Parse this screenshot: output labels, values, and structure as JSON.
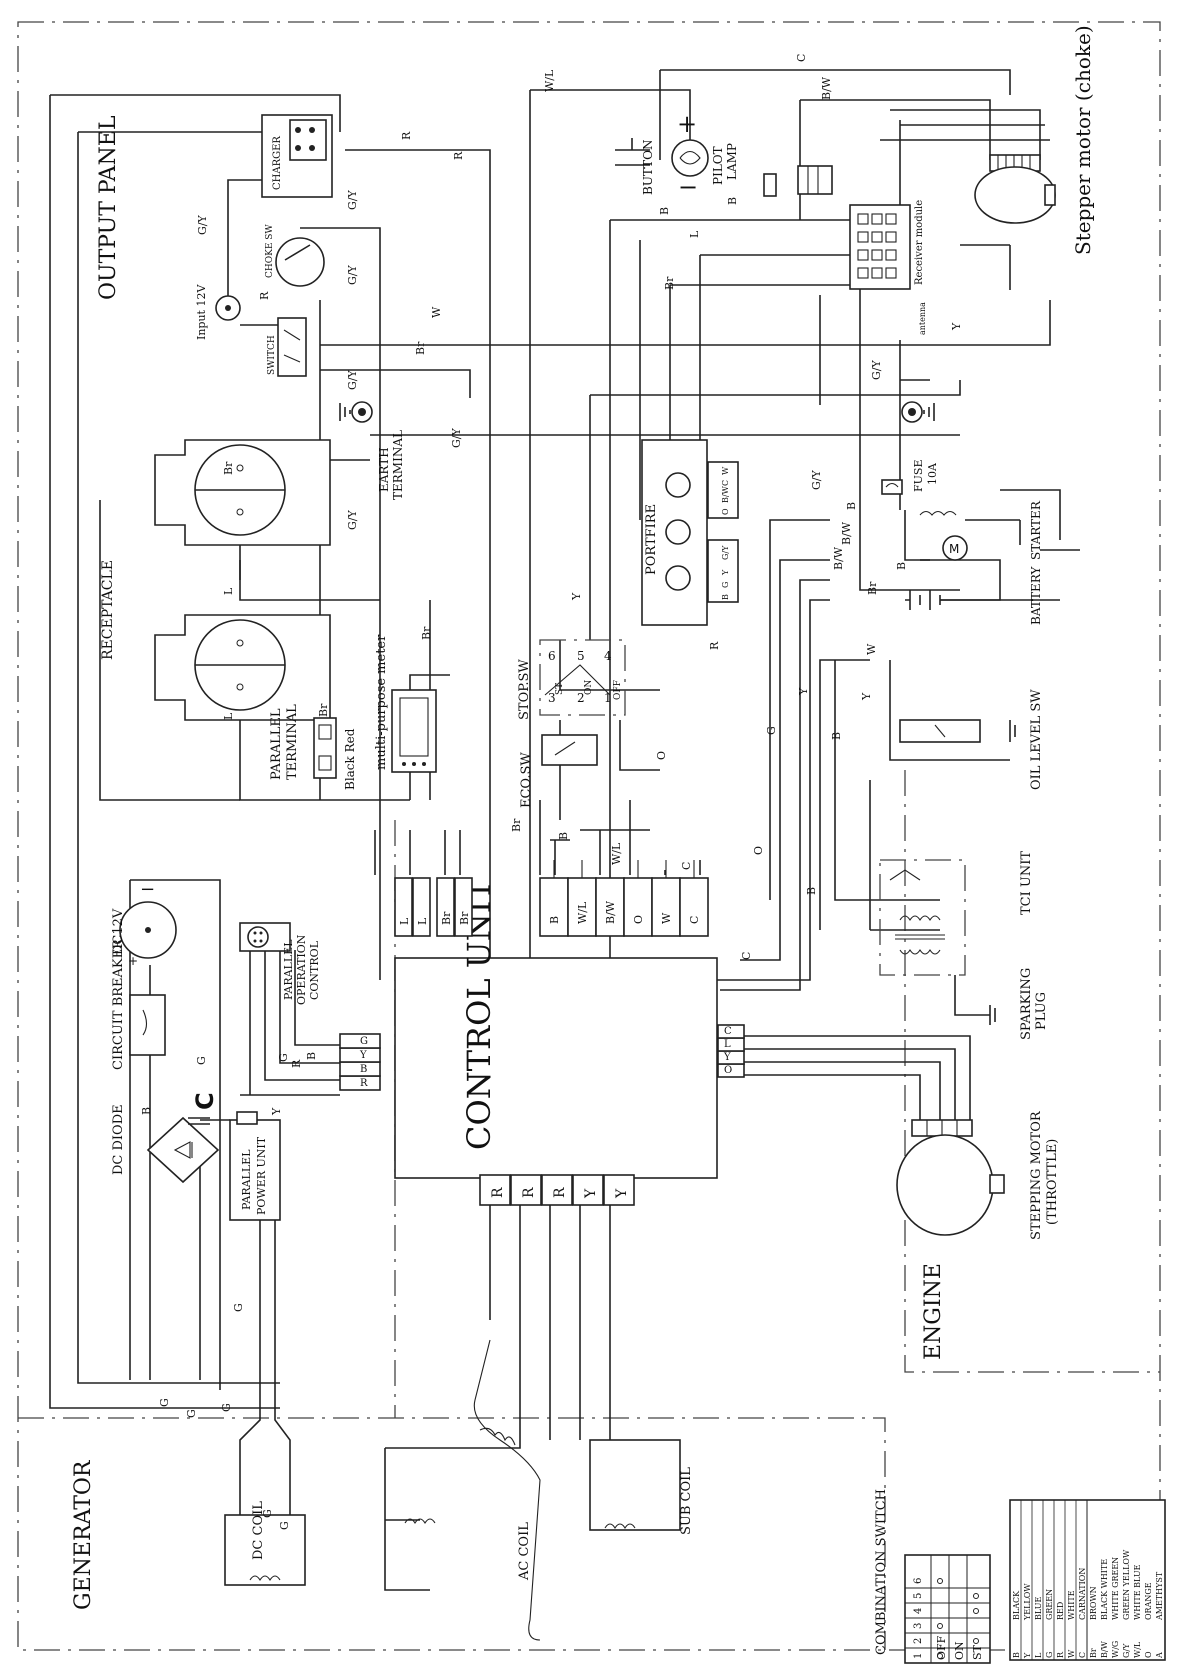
{
  "regions": {
    "output_panel": "OUTPUT PANEL",
    "generator": "GENERATOR",
    "engine": "ENGINE"
  },
  "components": {
    "stepper_motor_choke": "Stepper motor (choke)",
    "charger": "CHARGER",
    "input_12v": "Input 12V",
    "choke_sw": "CHOKE SW",
    "switch": "SWITCH",
    "button": "BUTTON",
    "pilot_lamp": [
      "PILOT",
      "LAMP"
    ],
    "receiver_module": "Receiver module",
    "antenna": "antenna",
    "earth_terminal": [
      "EARTH",
      "TERMINAL"
    ],
    "receptacle": "RECEPTACLE",
    "portfire": "PORTFIRE",
    "fuse": [
      "FUSE",
      "10A"
    ],
    "starter": "STARTER",
    "battery": "BATTERY",
    "stop_sw": "STOP.SW",
    "oil_level_sw": "OIL LEVEL SW",
    "parallel_terminal": [
      "PARALLEL",
      "TERMINAL"
    ],
    "parallel_terminal_colors": "Black Red",
    "multi_meter": "multi-purpose meter",
    "eco_sw": "ECO.SW",
    "tci_unit": "TCI UNIT",
    "sparking_plug": [
      "SPARKING",
      "PLUG"
    ],
    "dc12v": "DC12V",
    "circuit_breaker": "CIRCUIT BREAKER",
    "parallel_operation_control": [
      "PARALLEL",
      "OPERATION",
      "CONTROL"
    ],
    "control_unit": "CONTROL UNIT",
    "dc_diode": "DC DIODE",
    "capacitor": "C",
    "parallel_power_unit": [
      "PARALLEL",
      "POWER UNIT"
    ],
    "stepping_motor_throttle": [
      "STEPPING MOTOR",
      "(THROTTLE)"
    ],
    "dc_coil": "DC COIL",
    "ac_coil": "AC COIL",
    "sub_coil": "SUB COIL"
  },
  "stop_switch_positions": [
    {
      "num": "3",
      "label": "ST"
    },
    {
      "num": "2",
      "label": "ON"
    },
    {
      "num": "1",
      "label": "OFF"
    },
    {
      "num": "6",
      "label": ""
    },
    {
      "num": "5",
      "label": ""
    },
    {
      "num": "4",
      "label": ""
    }
  ],
  "connectors": {
    "control_top": [
      "B",
      "W/L",
      "B/W",
      "O",
      "W",
      "C"
    ],
    "control_left": [
      "R",
      "B",
      "Y",
      "G"
    ],
    "control_right": [
      "O",
      "Y",
      "L",
      "C"
    ],
    "control_bottom": [
      "R",
      "R",
      "R",
      "Y",
      "Y"
    ],
    "meter_plugs": [
      "L",
      "L",
      "Br",
      "Br"
    ],
    "portfire_top": [
      "O",
      "B/W",
      "C",
      "W"
    ],
    "portfire_bottom": [
      "B",
      "G",
      "Y",
      "G/Y"
    ]
  },
  "wire_labels": [
    "W/L",
    "C",
    "B/W",
    "R",
    "R",
    "G/Y",
    "G/Y",
    "R",
    "G/Y",
    "B",
    "B",
    "L",
    "W",
    "Br",
    "Br",
    "G/Y",
    "G/Y",
    "G/Y",
    "G/Y",
    "Y",
    "G/Y",
    "Y",
    "B",
    "B/W",
    "B/W",
    "B",
    "Br",
    "W",
    "R",
    "Y",
    "B",
    "G",
    "O",
    "W/L",
    "O",
    "C",
    "C",
    "B",
    "Y",
    "G",
    "R",
    "B",
    "Y",
    "G",
    "B",
    "G",
    "G",
    "G",
    "G",
    "G",
    "G",
    "Br",
    "L",
    "L",
    "Br",
    "Br",
    "Br",
    "B"
  ],
  "combination_switch": {
    "title": "COMBINATION SWITCH",
    "headers": [
      "1",
      "2",
      "3",
      "4",
      "5",
      "6"
    ],
    "rows": [
      {
        "label": "OFF",
        "link": [
          1,
          3,
          6
        ]
      },
      {
        "label": "ON",
        "link": []
      },
      {
        "label": "ST",
        "link": [
          2,
          4,
          5
        ]
      }
    ]
  },
  "color_legend": [
    [
      "B",
      "BLACK"
    ],
    [
      "Y",
      "YELLOW"
    ],
    [
      "L",
      "BLUE"
    ],
    [
      "G",
      "GREEN"
    ],
    [
      "R",
      "RED"
    ],
    [
      "W",
      "WHITE"
    ],
    [
      "C",
      "CARNATION"
    ],
    [
      "Br",
      "BROWN"
    ],
    [
      "B/W",
      "BLACK WHITE"
    ],
    [
      "W/G",
      "WHITE GREEN"
    ],
    [
      "G/Y",
      "GREEN YELLOW"
    ],
    [
      "W/L",
      "WHITE BLUE"
    ],
    [
      "O",
      "ORANGE"
    ],
    [
      "A",
      "AMETHYST"
    ]
  ]
}
